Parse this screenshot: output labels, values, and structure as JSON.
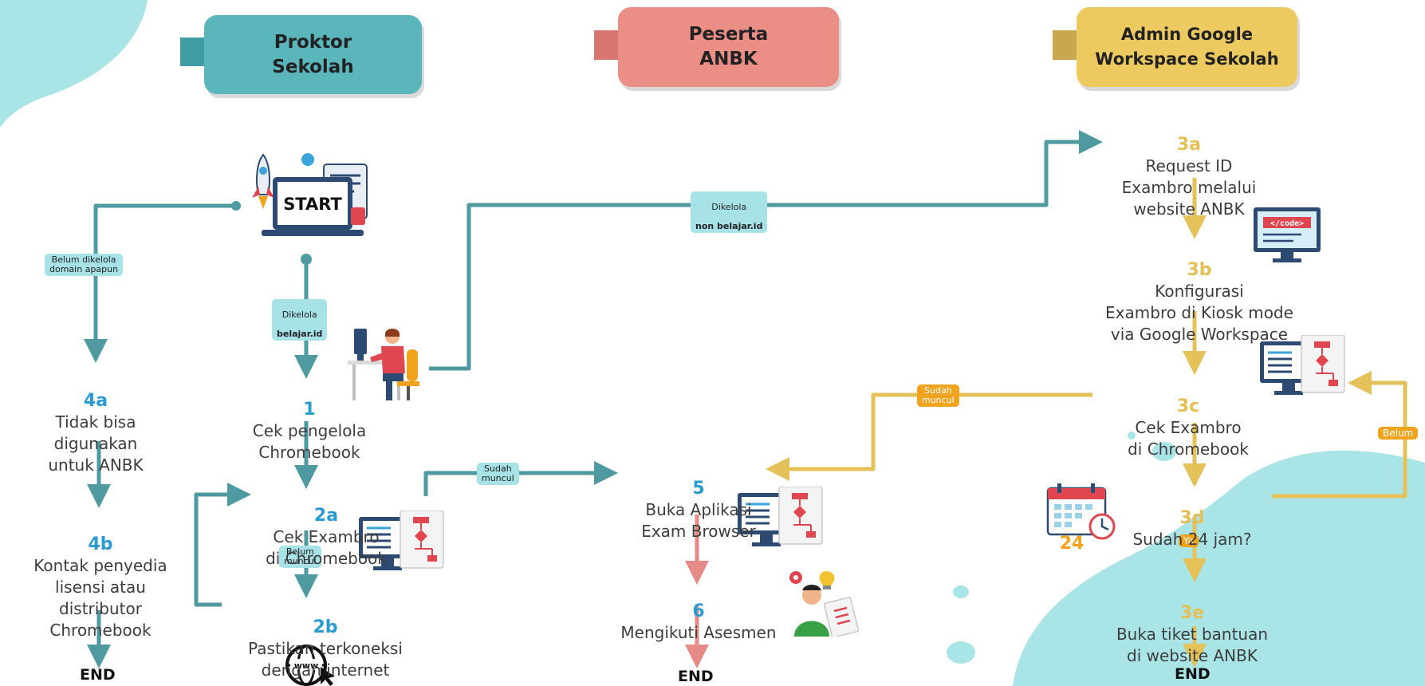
{
  "lanes": {
    "proktor": "Proktor\nSekolah",
    "peserta": "Peserta\nANBK",
    "admin": "Admin Google\nWorkspace Sekolah"
  },
  "start_label": "START",
  "nodes": {
    "n1": {
      "num": "1",
      "text": "Cek pengelola\nChromebook"
    },
    "n2a": {
      "num": "2a",
      "text": "Cek Exambro\ndi Chromebook"
    },
    "n2b": {
      "num": "2b",
      "text": "Pastikan terkoneksi\ndengan internet"
    },
    "n3a": {
      "num": "3a",
      "text": "Request ID\nExambro melalui\nwebsite ANBK"
    },
    "n3b": {
      "num": "3b",
      "text": "Konfigurasi\nExambro di Kiosk mode\nvia Google Workspace"
    },
    "n3c": {
      "num": "3c",
      "text": "Cek Exambro\ndi Chromebook"
    },
    "n3d": {
      "num": "3d",
      "text": "Sudah 24 jam?"
    },
    "n3e": {
      "num": "3e",
      "text": "Buka tiket bantuan\ndi website ANBK"
    },
    "n4a": {
      "num": "4a",
      "text": "Tidak bisa\ndigunakan\nuntuk ANBK"
    },
    "n4b": {
      "num": "4b",
      "text": "Kontak penyedia\nlisensi atau\ndistributor\nChromebook"
    },
    "n5": {
      "num": "5",
      "text": "Buka Aplikasi\nExam Browser"
    },
    "n6": {
      "num": "6",
      "text": "Mengikuti Asesmen"
    }
  },
  "tags": {
    "belum_dikelola": "Belum dikelola\ndomain apapun",
    "dikelola_belajar_line1": "Dikelola",
    "dikelola_belajar_line2": "belajar.id",
    "dikelola_non_line1": "Dikelola",
    "dikelola_non_line2": "non belajar.id",
    "sudah_muncul_2a": "Sudah\nmuncul",
    "belum_muncul_2a": "Belum\nmuncul",
    "sudah_muncul_3c": "Sudah\nmuncul",
    "belum_3d": "Belum",
    "ya_3d": "Ya"
  },
  "icon_texts": {
    "code": "</code>",
    "hours": "24",
    "www": "www"
  },
  "end_labels": {
    "end_left": "END",
    "end_mid": "END",
    "end_right": "END"
  },
  "colors": {
    "teal_flow": "#4f9aa0",
    "gold_flow": "#e5c15a",
    "red_flow": "#e58a86",
    "lane_proktor": "#5ab6bb",
    "lane_peserta": "#ea8e86",
    "lane_admin": "#ecca60",
    "blob": "#a9e4e7"
  }
}
